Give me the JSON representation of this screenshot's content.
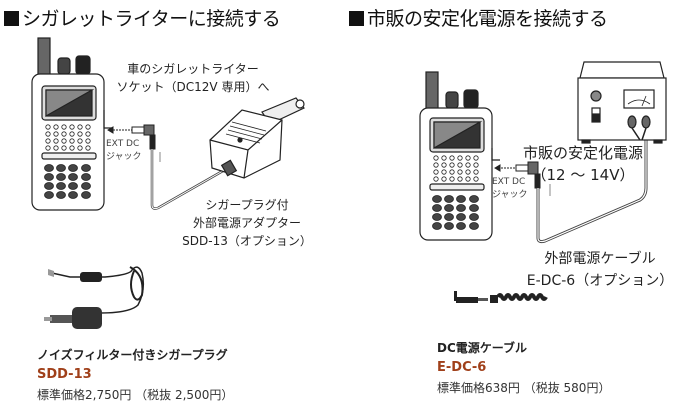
{
  "sections": {
    "left": {
      "title": "シガレットライターに接続する",
      "labels": {
        "socket_line1": "車のシガレットライター",
        "socket_line2": "ソケット（DC12V 専用）へ",
        "jack_line1": "EXT DC",
        "jack_line2": "ジャック",
        "adapter_line1": "シガープラグ付",
        "adapter_line2": "外部電源アダプター",
        "adapter_line3": "SDD-13（オプション）"
      },
      "product": {
        "name": "ノイズフィルター付きシガープラグ",
        "model": "SDD-13",
        "price": "標準価格2,750円 （税抜 2,500円）"
      }
    },
    "right": {
      "title": "市販の安定化電源を接続する",
      "labels": {
        "psu_line1": "市販の安定化電源",
        "psu_line2": "（12 ～ 14V）",
        "jack_line1": "EXT DC",
        "jack_line2": "ジャック",
        "cable_line1": "外部電源ケーブル",
        "cable_line2": "E-DC-6（オプション）"
      },
      "product": {
        "name": "DC電源ケーブル",
        "model": "E-DC-6",
        "price": "標準価格638円 （税抜 580円）"
      }
    }
  },
  "colors": {
    "model_accent": "#a0401a",
    "title_text": "#111111"
  }
}
